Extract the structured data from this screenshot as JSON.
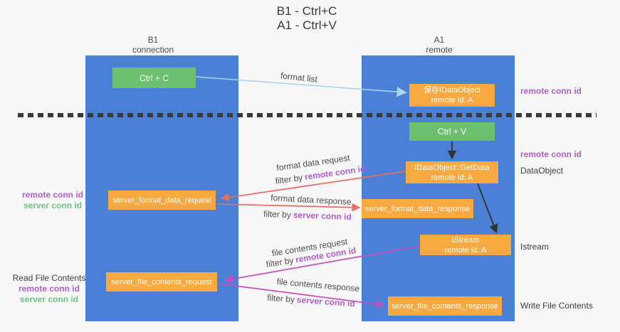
{
  "title": {
    "line1": "B1 - Ctrl+C",
    "line2": "A1 - Ctrl+V"
  },
  "lanes": {
    "left": {
      "name": "B1",
      "subtitle": "connection"
    },
    "right": {
      "name": "A1",
      "subtitle": "remote"
    }
  },
  "boxes": {
    "ctrl_c": {
      "label": "Ctrl + C"
    },
    "save_dataobject": {
      "line1": "保存IDataObject",
      "line2": "remote id: A"
    },
    "ctrl_v": {
      "label": "Ctrl + V"
    },
    "getdata": {
      "line1": "IDataObject::GetData",
      "line2": "remote id: A"
    },
    "format_request": {
      "label": "server_format_data_request"
    },
    "format_response": {
      "label": "server_format_data_response"
    },
    "istream": {
      "line1": "IStream",
      "line2": "remote id: A"
    },
    "file_request": {
      "label": "server_file_contents_request"
    },
    "file_response": {
      "label": "server_file_contents_response"
    }
  },
  "labels": {
    "remote_conn_id": "remote conn id",
    "server_conn_id": "server conn id",
    "dataobject": "DataObject",
    "istream": "Istream",
    "read_file_contents": "Read File Contents",
    "write_file_contents": "Write File Contents",
    "format_list": "format list",
    "format_data_request": "format data request",
    "format_data_response": "format data response",
    "file_contents_request": "file contents request",
    "file_contents_response": "file contents response",
    "filter_by": "filter by"
  },
  "colors": {
    "lane_blue": "#4a80d6",
    "box_green": "#6dbf70",
    "box_orange": "#f8a940",
    "conn_id_purple": "#b05fc8",
    "conn_id_green": "#6fc486",
    "arrow_red": "#e96b65",
    "arrow_magenta": "#c44fc0",
    "arrow_lightblue": "#a9d3ee",
    "arrow_black": "#333333",
    "dashed_line": "#3a3a3a"
  }
}
